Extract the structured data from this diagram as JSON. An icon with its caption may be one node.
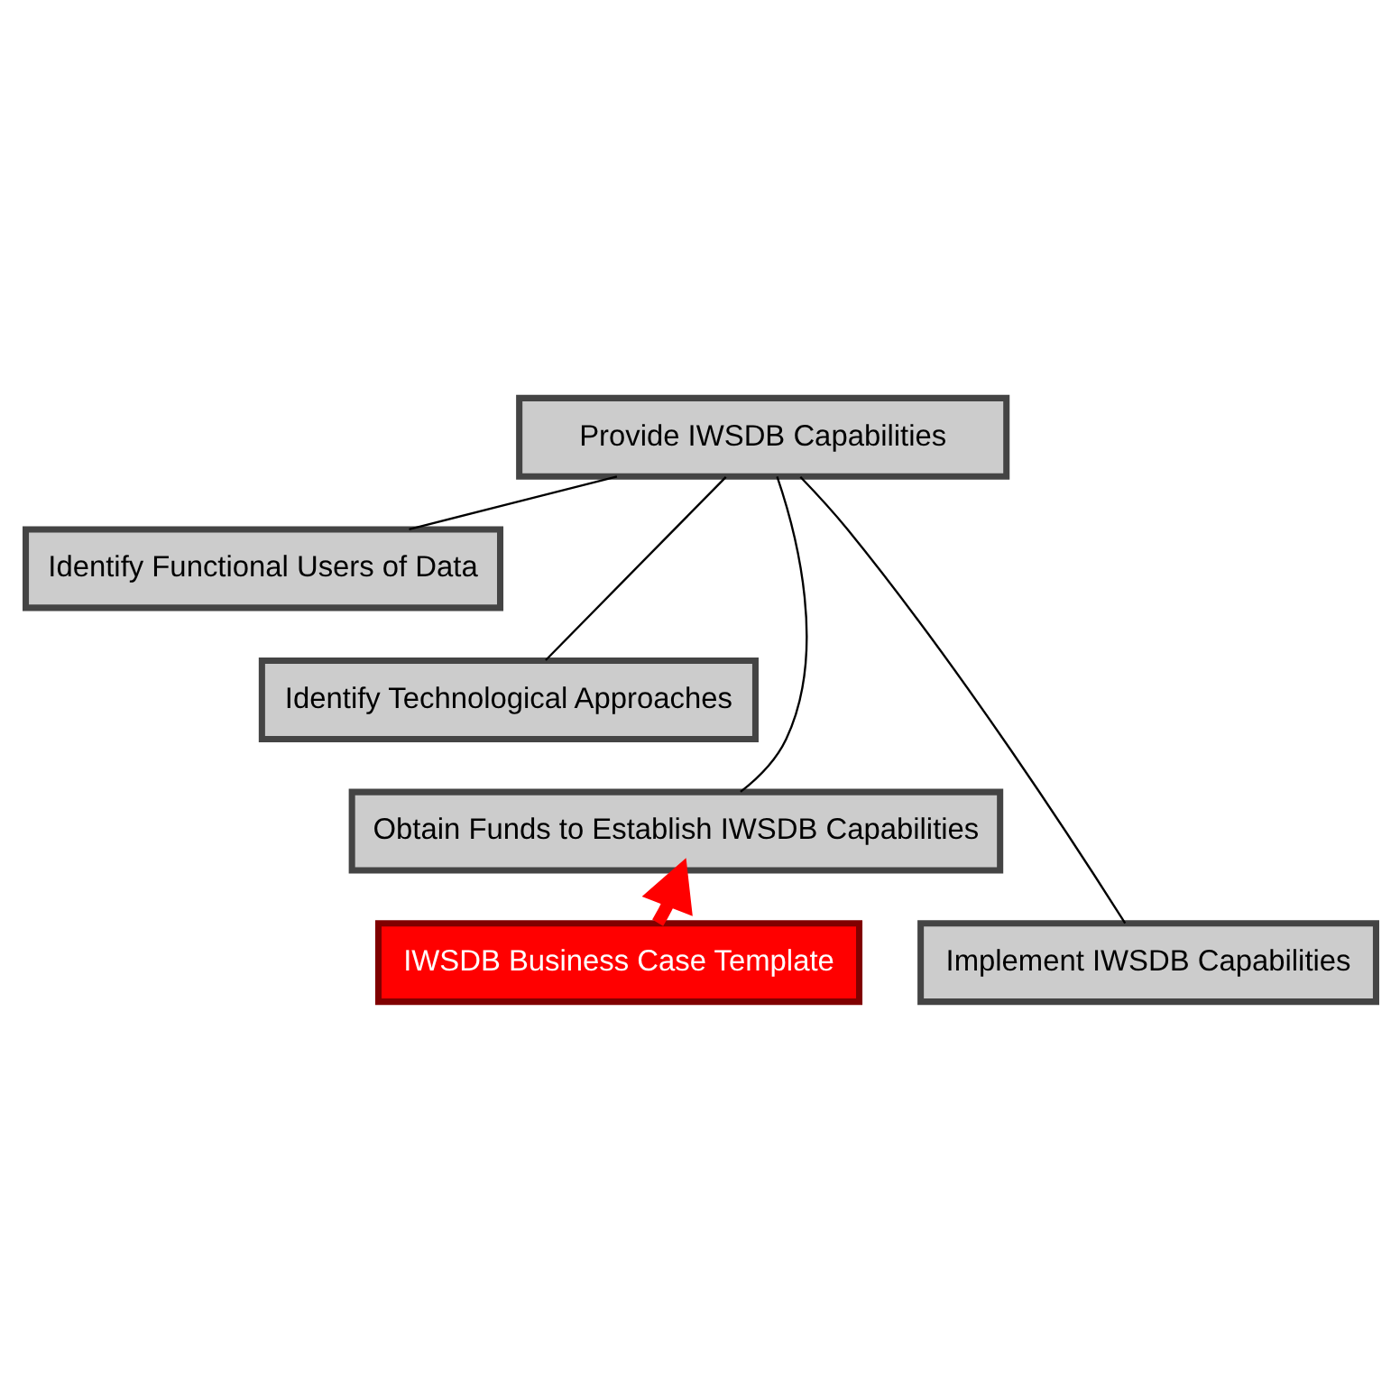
{
  "diagram": {
    "nodes": [
      {
        "text": [
          "Provide IWSDB Capabilities"
        ]
      },
      {
        "text": [
          "Identify Functional Users of Data"
        ]
      },
      {
        "text": [
          "Identify Technological Approaches"
        ]
      },
      {
        "text": [
          "Obtain Funds to Establish IWSDB Capabilities"
        ]
      },
      {
        "text": [
          "Implement IWSDB Capabilities"
        ]
      },
      {
        "text": [
          "IWSDB Business Case Template"
        ]
      }
    ],
    "edges": [
      {
        "from": 0,
        "to": 1,
        "arrow": "none"
      },
      {
        "from": 0,
        "to": 2,
        "arrow": "none"
      },
      {
        "from": 0,
        "to": 3,
        "arrow": "none"
      },
      {
        "from": 0,
        "to": 4,
        "arrow": "none"
      },
      {
        "from": 5,
        "to": 3,
        "arrow": "to",
        "style": "thick",
        "color": "#ff0000"
      }
    ]
  }
}
